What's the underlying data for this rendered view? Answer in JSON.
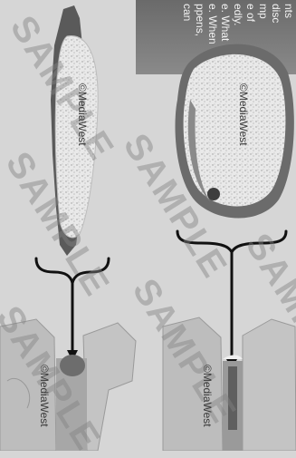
{
  "text_lines": [
    "nts",
    "disc",
    "mp",
    "e of",
    "edly.",
    "e. What",
    "e. When",
    "ppens,",
    "can"
  ],
  "watermarks": [
    "SAMPLE",
    "SAMPLE",
    "SAMPLE",
    "SAMPLE",
    "SAMPLE",
    "SAMPLE"
  ],
  "credits": [
    "©MediaWest",
    "©MediaWest",
    "©MediaWest",
    "©MediaWest"
  ],
  "colors": {
    "background": "#d6d6d6",
    "text_block": "#777777",
    "bone": "#b7b7b7",
    "disc": "#8f8f8f"
  }
}
